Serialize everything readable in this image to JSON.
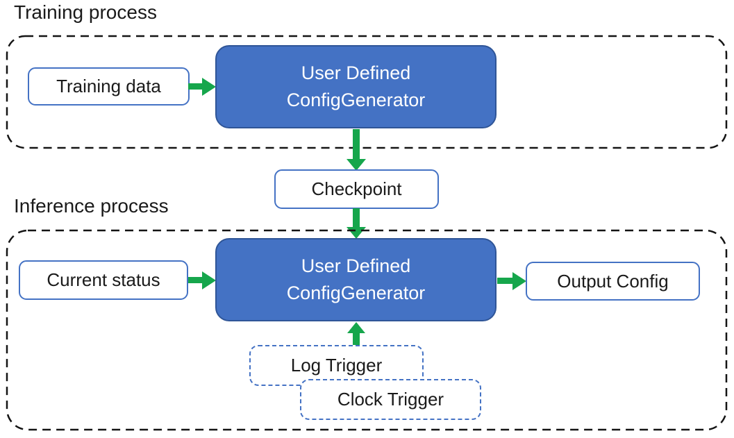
{
  "colors": {
    "generator_fill": "#4472C4",
    "generator_border": "#2F5597",
    "box_border_blue": "#4472C4",
    "arrow_green": "#16A64C",
    "dash_color": "#141414",
    "text_dark": "#1a1a1a",
    "text_light": "#ffffff"
  },
  "training": {
    "title": "Training process",
    "data_box": "Training data",
    "generator": {
      "line1": "User Defined",
      "line2": "ConfigGenerator"
    }
  },
  "checkpoint": {
    "label": "Checkpoint"
  },
  "inference": {
    "title": "Inference process",
    "status_box": "Current status",
    "generator": {
      "line1": "User Defined",
      "line2": "ConfigGenerator"
    },
    "output_box": "Output Config",
    "triggers": [
      {
        "label": "Log Trigger"
      },
      {
        "label": "Clock Trigger"
      }
    ]
  }
}
